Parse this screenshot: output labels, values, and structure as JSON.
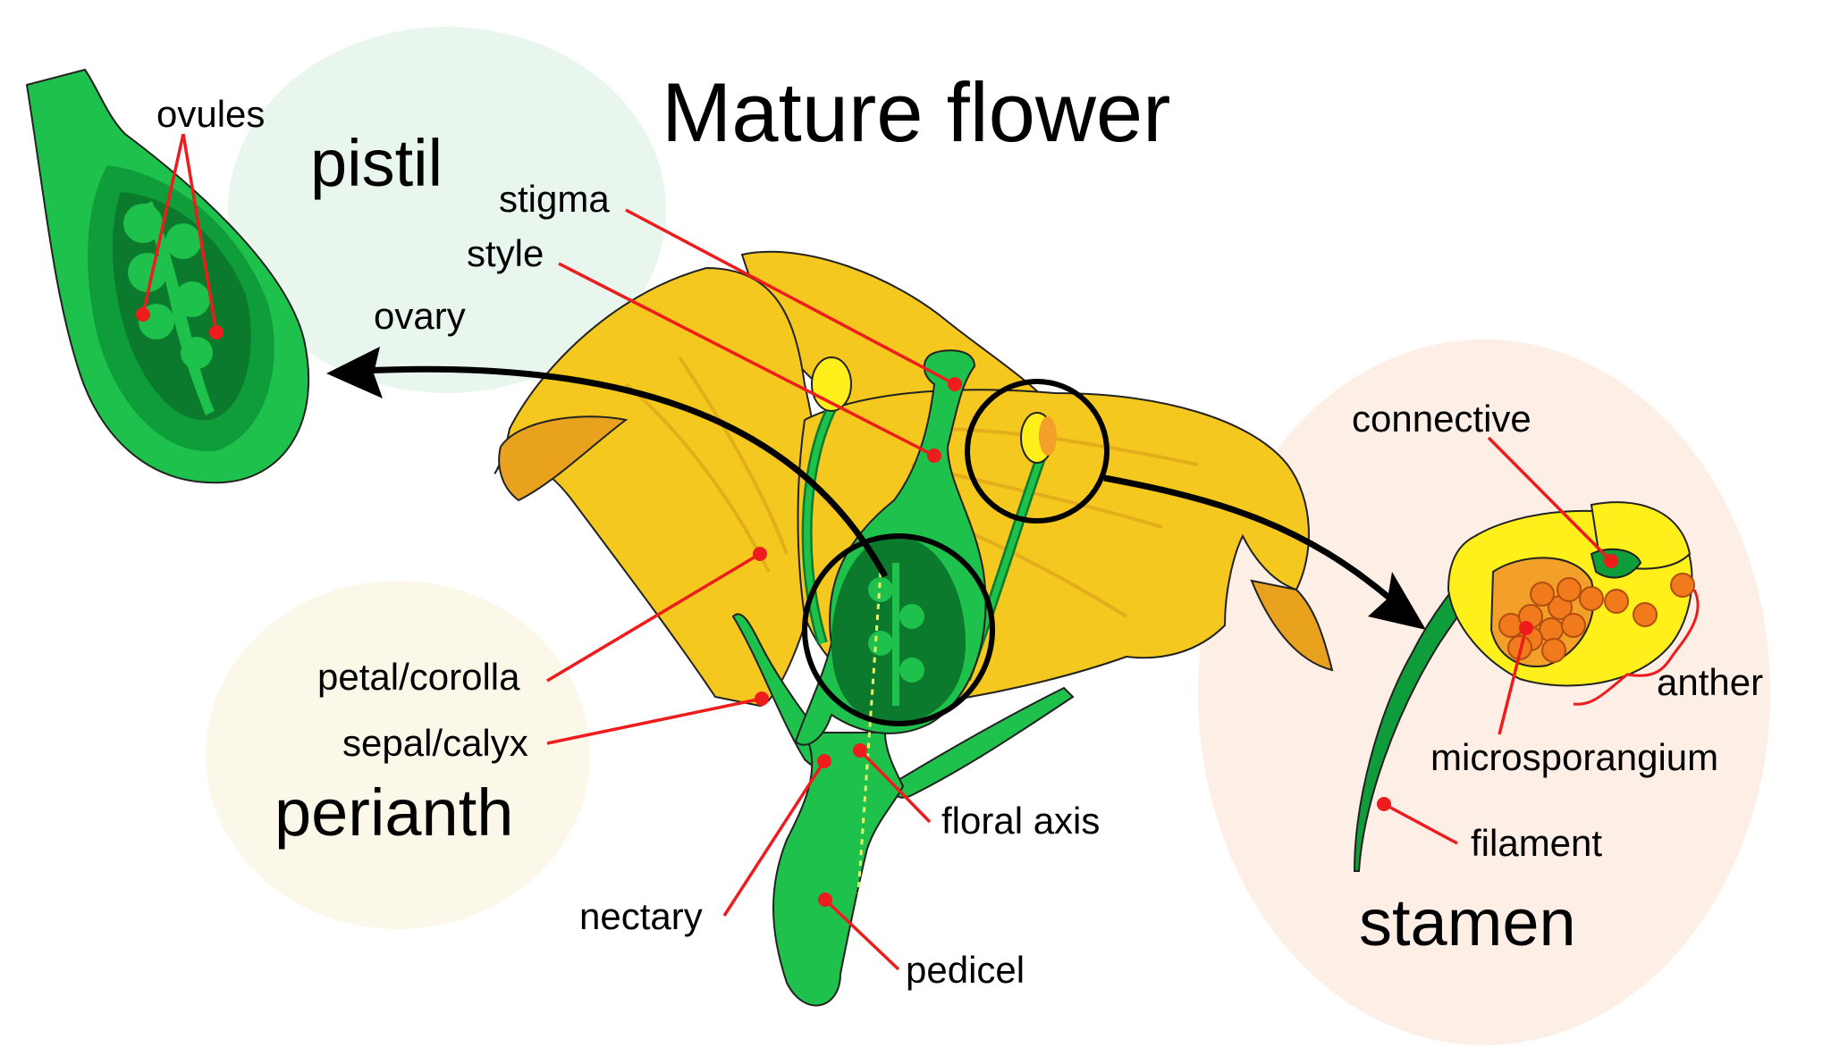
{
  "title": "Mature flower",
  "regions": {
    "pistil": "pistil",
    "perianth": "perianth",
    "stamen": "stamen"
  },
  "labels": {
    "ovules": "ovules",
    "stigma": "stigma",
    "style": "style",
    "ovary": "ovary",
    "petal": "petal/corolla",
    "sepal": "sepal/calyx",
    "floral_axis": "floral axis",
    "nectary": "nectary",
    "pedicel": "pedicel",
    "connective": "connective",
    "anther": "anther",
    "microsporangium": "microsporangium",
    "filament": "filament"
  },
  "colors": {
    "pistil_bubble": "#e8f6ee",
    "perianth_bubble": "#fbf8e9",
    "stamen_bubble": "#fdeee6",
    "petal": "#f4c81e",
    "petal_shade": "#e8a21e",
    "green_light": "#1ec14b",
    "green_mid": "#0f9c3a",
    "green_dark": "#0b7a2d",
    "anther_yellow": "#ffef1a",
    "pollen": "#f07a1c",
    "leader": "#ee1c1c"
  }
}
